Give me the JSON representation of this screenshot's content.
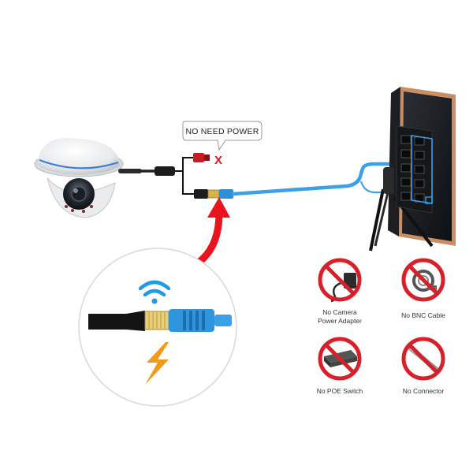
{
  "callout": {
    "text": "NO NEED POWER",
    "mark": "X"
  },
  "items": [
    {
      "line1": "No Camera",
      "line2": "Power Adapter",
      "icon": "power-adapter-icon"
    },
    {
      "line1": "No BNC Cable",
      "line2": "",
      "icon": "bnc-cable-icon"
    },
    {
      "line1": "No POE Switch",
      "line2": "",
      "icon": "poe-switch-icon"
    },
    {
      "line1": "No Connector",
      "line2": "",
      "icon": "connector-icon"
    }
  ],
  "colors": {
    "cable_blue": "#3aa0e8",
    "prohibit_red": "#d8202a",
    "arrow_red": "#e8141e",
    "wifi_blue": "#1e9be6",
    "bolt_orange": "#f39a1a",
    "nvr_frame": "#c98e63"
  }
}
